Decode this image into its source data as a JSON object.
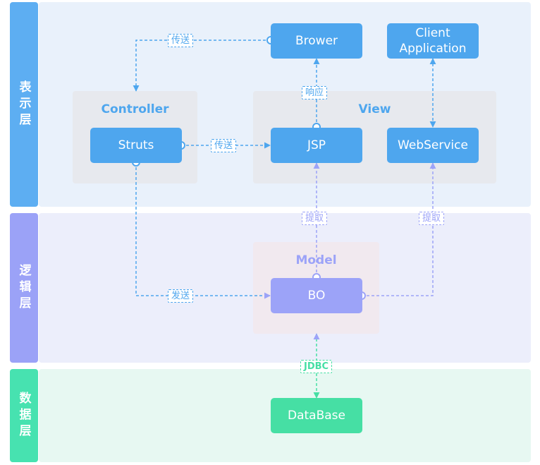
{
  "colors": {
    "presentation_label": "#5daef2",
    "presentation_bg": "#e9f1fb",
    "logic_label": "#9ba2f7",
    "logic_bg": "#eceefb",
    "data_label": "#47e2b0",
    "data_bg": "#e7f8f2",
    "group_bg": "#e7e9ee",
    "model_bg": "#f1e9ef",
    "blue": "#4ea6ee",
    "purple": "#9ca3f8",
    "green": "#46dfa4"
  },
  "layers": {
    "presentation": "表示层",
    "logic": "逻辑层",
    "data": "数据层"
  },
  "groups": {
    "controller": "Controller",
    "view": "View",
    "model": "Model"
  },
  "nodes": {
    "brower": "Brower",
    "client": "Client Application",
    "struts": "Struts",
    "jsp": "JSP",
    "webservice": "WebService",
    "bo": "BO",
    "database": "DataBase"
  },
  "edges": {
    "brower_to_struts": "传送",
    "struts_to_jsp": "传送",
    "jsp_to_brower": "响应",
    "bo_to_jsp": "提取",
    "bo_to_webservice": "提取",
    "struts_to_bo": "发送",
    "bo_database": "JDBC"
  }
}
